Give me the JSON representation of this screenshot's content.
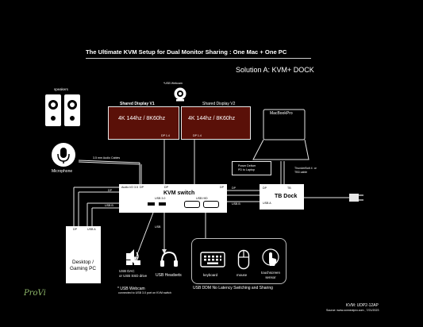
{
  "title": "The Ultimate KVM Setup for Dual Monitor Sharing  : One Mac + One PC",
  "subtitle": "Solution A: KVM+ DOCK",
  "devices": {
    "speakers": "speakers",
    "microphone": "Microphone",
    "usb_webcam_top": "*USB Webcam",
    "display_v1": {
      "label": "Shared Display V1",
      "resolution": "4K 144hz  / 8K60hz",
      "port": "DP 1.4"
    },
    "display_v2": {
      "label": "Shared Display V2",
      "resolution": "4K 144hz  / 8K60hz",
      "port": "DP 1.4"
    },
    "macbook": "MacBookPro",
    "power_deliver": "Power Deliver\nPD to Laptop",
    "thunderbolt": "ThunderBolt 4  or\nTB3 cable",
    "audio_cable": "3.5 mm Audio Cables",
    "kvm_switch": "KVM switch",
    "kvm_ports_top": {
      "audio": "Audio I/O 3.5",
      "dp_in": "DP",
      "dp_out": "DP",
      "dp_in2": "DP"
    },
    "kvm_usb3": "USB 3.0",
    "kvm_usb_hid": "USB HID",
    "tb_dock": "TB Dock",
    "tb_ports": {
      "dp": "DP",
      "tb": "TB",
      "usba": "USB A"
    },
    "desktop": "Desktop /\nGaming PC",
    "desktop_ports": {
      "dp": "DP",
      "usba": "USB A"
    },
    "port_labels": {
      "dp_left": "DP",
      "dp_right": "DP",
      "usb_b_left": "USB B",
      "usb_b_right": "USB B",
      "usb_center": "USB"
    },
    "usb_dac": "USB DAC\nor USB SSD drive",
    "usb_headsets": "USB Headsets",
    "keyboard": "keyboard",
    "mouse": "mouse",
    "touchscreen": "touchscreen\nsensor",
    "ddm_caption": "USB DDM No Latency Switching and Sharing",
    "webcam_note": "* USB Webcam",
    "webcam_note2": "connected to USB 3.0 port on KVM switch"
  },
  "footer": {
    "model": "KVM: UDP2-12AP",
    "source": "Source: www.connectpro.com , 7/21/2023",
    "logo": "ProVi"
  }
}
